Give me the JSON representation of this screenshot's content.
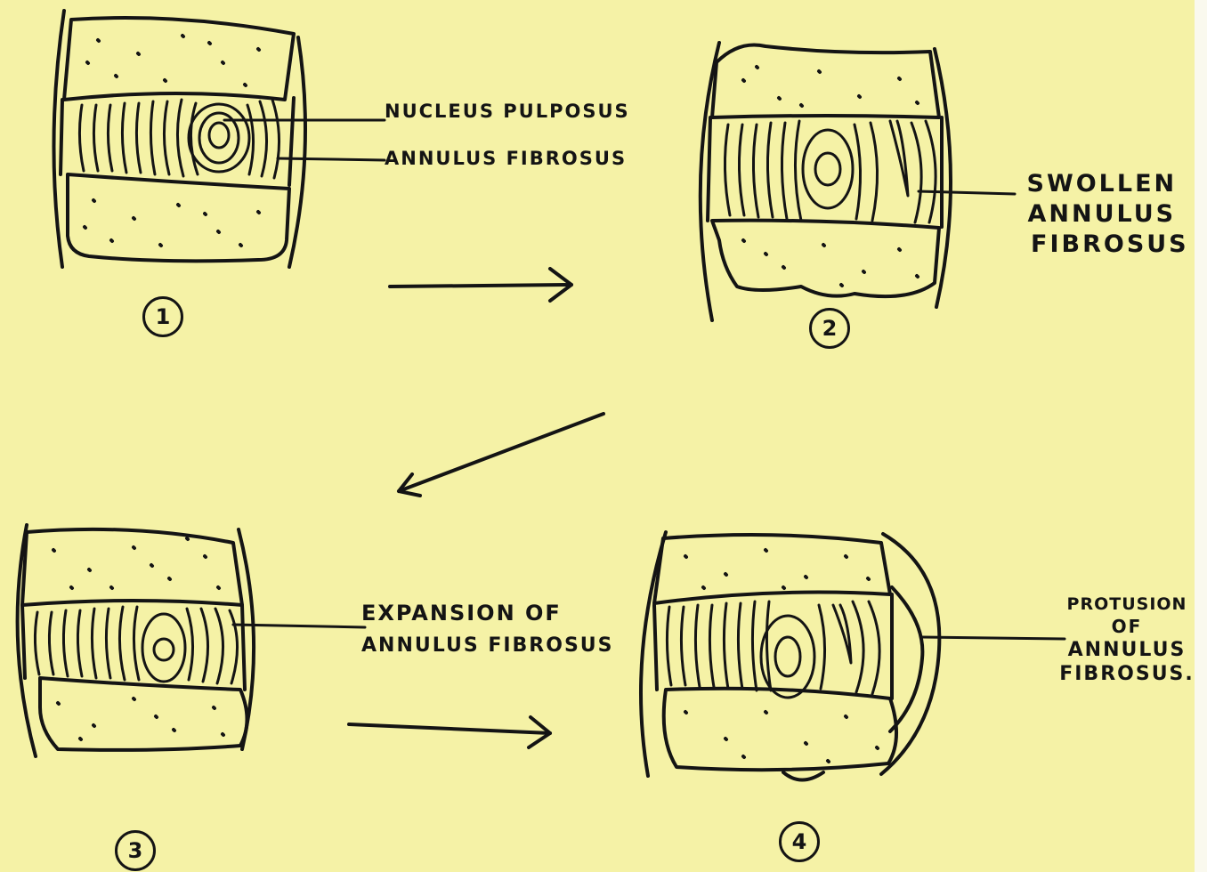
{
  "stages": [
    {
      "number": "1"
    },
    {
      "number": "2"
    },
    {
      "number": "3"
    },
    {
      "number": "4"
    }
  ],
  "labels": {
    "nucleus": "NUCLEUS PULPOSUS",
    "annulus": "ANNULUS FIBROSUS",
    "swollen": [
      "SWOLLEN",
      "ANNULUS",
      "FIBROSUS"
    ],
    "expansion": [
      "EXPANSION OF",
      "ANNULUS FIBROSUS"
    ],
    "protusion": [
      "PROTUSION",
      "OF",
      "ANNULUS",
      "FIBROSUS."
    ]
  },
  "colors": {
    "paper": "#f5f2a6",
    "ink": "#141414"
  }
}
